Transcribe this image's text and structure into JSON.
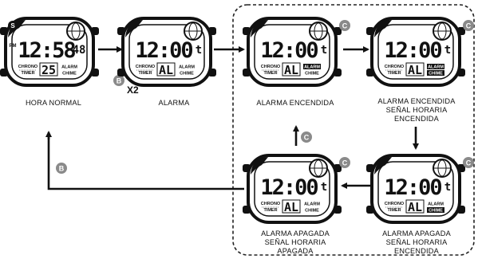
{
  "watches": [
    {
      "id": "normal",
      "time": "12:58",
      "seconds": "48",
      "pm": "PM",
      "day_badge": "S",
      "sub": "25",
      "chrono": "CHRONO",
      "timer": "TIMER",
      "alarm": "ALARM",
      "chime": "CHIME",
      "alarm_on": false,
      "chime_on": false
    },
    {
      "id": "alarm",
      "time": "12:00",
      "suffix": "t",
      "sub": "AL",
      "chrono": "CHRONO",
      "timer": "TIMER",
      "alarm": "ALARM",
      "chime": "CHIME",
      "alarm_on": false,
      "chime_on": false
    },
    {
      "id": "alarm-on",
      "time": "12:00",
      "suffix": "t",
      "sub": "AL",
      "chrono": "CHRONO",
      "timer": "TIMER",
      "alarm": "ALARM",
      "chime": "CHIME",
      "alarm_on": true,
      "chime_on": false
    },
    {
      "id": "alarm-on-chime-on",
      "time": "12:00",
      "suffix": "t",
      "sub": "AL",
      "chrono": "CHRONO",
      "timer": "TIMER",
      "alarm": "ALARM",
      "chime": "CHIME",
      "alarm_on": true,
      "chime_on": true
    },
    {
      "id": "alarm-off-chime-on",
      "time": "12:00",
      "suffix": "t",
      "sub": "AL",
      "chrono": "CHRONO",
      "timer": "TIMER",
      "alarm": "ALARM",
      "chime": "CHIME",
      "alarm_on": false,
      "chime_on": true
    },
    {
      "id": "alarm-off-chime-off",
      "time": "12:00",
      "suffix": "t",
      "sub": "AL",
      "chrono": "CHRONO",
      "timer": "TIMER",
      "alarm": "ALARM",
      "chime": "CHIME",
      "alarm_on": false,
      "chime_on": false
    }
  ],
  "captions": {
    "normal": "HORA NORMAL",
    "alarm": "ALARMA",
    "alarm_on": "ALARMA ENCENDIDA",
    "alarm_on_chime_on": [
      "ALARMA ENCENDIDA",
      "SEÑAL HORARIA",
      "ENCENDIDA"
    ],
    "alarm_off_chime_on": [
      "ALARMA APAGADA",
      "SEÑAL HORARIA",
      "ENCENDIDA"
    ],
    "alarm_off_chime_off": [
      "ALARMA APAGADA",
      "SEÑAL HORARIA",
      "APAGADA"
    ]
  },
  "buttons": {
    "b": "B",
    "c": "C"
  },
  "press_count": "X2",
  "colors": {
    "ink": "#111111",
    "button_fill": "#8a8a8a",
    "button_text": "#ffffff"
  }
}
